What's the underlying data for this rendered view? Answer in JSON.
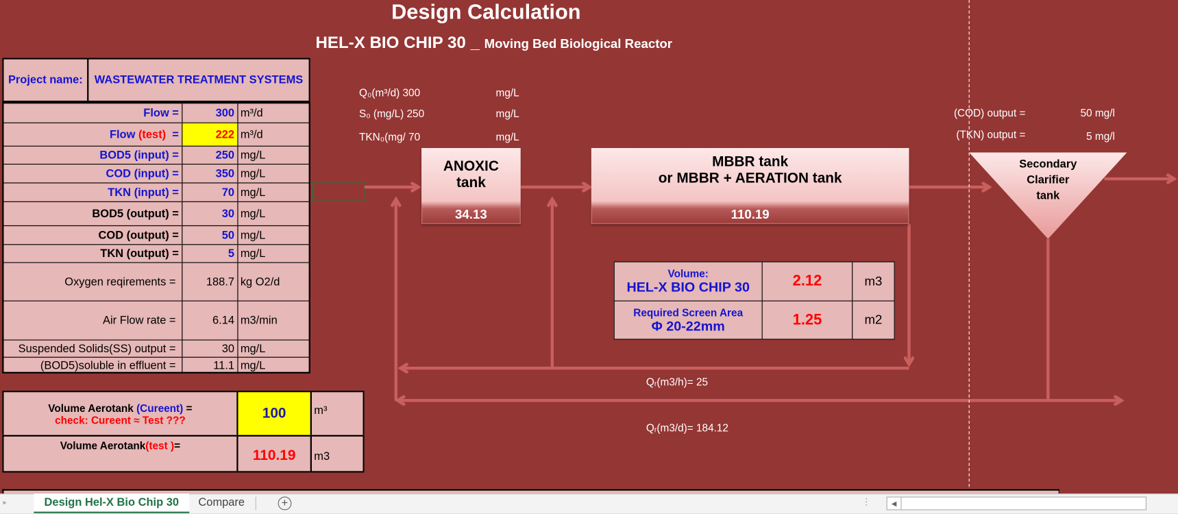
{
  "header": {
    "title": "Design Calculation",
    "subtitle_main": "HEL-X BIO CHIP 30 _",
    "subtitle_small": "Moving Bed Biological Reactor"
  },
  "project": {
    "label": "Project name:",
    "value": "WASTEWATER TREATMENT  SYSTEMS"
  },
  "params": [
    {
      "label": "Flow  =",
      "value": "300",
      "unit": "m³/d"
    },
    {
      "label_a": "Flow ",
      "label_b": "(test)",
      "label_c": "  =",
      "value": "222",
      "unit": "m³/d"
    },
    {
      "label": "BOD5 (input) =",
      "value": "250",
      "unit": "mg/L"
    },
    {
      "label": "COD (input) =",
      "value": "350",
      "unit": "mg/L"
    },
    {
      "label": "TKN (input) =",
      "value": "70",
      "unit": "mg/L"
    },
    {
      "label": "BOD5 (output) =",
      "value": "30",
      "unit": "mg/L"
    },
    {
      "label": "COD (output) =",
      "value": "50",
      "unit": "mg/L"
    },
    {
      "label": "TKN (output) =",
      "value": "5",
      "unit": "mg/L"
    },
    {
      "label": "Oxygen reqirements =",
      "value": "188.7",
      "unit": "kg O2/d"
    },
    {
      "label": "Air Flow rate =",
      "value": "6.14",
      "unit": "m3/min"
    },
    {
      "label": "Suspended Solids(SS) output =",
      "value": "30",
      "unit": "mg/L"
    },
    {
      "label": "(BOD5)soluble in effluent =",
      "value": "11.1",
      "unit": "mg/L"
    }
  ],
  "volume": {
    "current_a": "Volume Aerotank ",
    "current_b": "(Cureent)",
    "current_c": "  =",
    "check": "check: Cureent ≈ Test  ???",
    "current_value": "100",
    "current_unit": "m³",
    "test_a": "Volume Aerotank ",
    "test_b": "(test )",
    "test_c": "  =",
    "test_value": "110.19",
    "test_unit": "m3"
  },
  "inputs": [
    {
      "label": "Q₀(m³/d) 300",
      "unit": "mg/L"
    },
    {
      "label": "S₀ (mg/L) 250",
      "unit": "mg/L"
    },
    {
      "label": "TKN₀(mg/ 70",
      "unit": "mg/L"
    }
  ],
  "outputs": [
    {
      "label": "(COD) output =",
      "value": "50  mg/l"
    },
    {
      "label": "(TKN) output =",
      "value": "5  mg/l"
    }
  ],
  "anoxic": {
    "line1": "ANOXIC",
    "line2": "tank",
    "value": "34.13"
  },
  "mbbr": {
    "line1": "MBBR tank",
    "line2": "or MBBR + AERATION tank",
    "value": "110.19"
  },
  "clarifier": {
    "line1": "Secondary",
    "line2": "Clarifier",
    "line3": "tank"
  },
  "media": {
    "vol_label1": "Volume:",
    "vol_label2": "HEL-X BIO CHIP 30",
    "vol_value": "2.12",
    "vol_unit": "m3",
    "screen_label1": "Required Screen Area",
    "screen_label2": "Φ 20-22mm",
    "screen_value": "1.25",
    "screen_unit": "m2"
  },
  "recycle": {
    "qr_h": "Qᵣ(m3/h)=  25",
    "qr_d": "Qᵣ(m3/d)=  184.12"
  },
  "tabs": [
    {
      "label": "Design Hel-X Bio Chip 30",
      "active": true
    },
    {
      "label": "Compare",
      "active": false
    }
  ],
  "colors": {
    "background": "#943634",
    "cell": "#E6B8B7",
    "arrow": "#c9605e",
    "input_highlight": "#ffff00"
  }
}
